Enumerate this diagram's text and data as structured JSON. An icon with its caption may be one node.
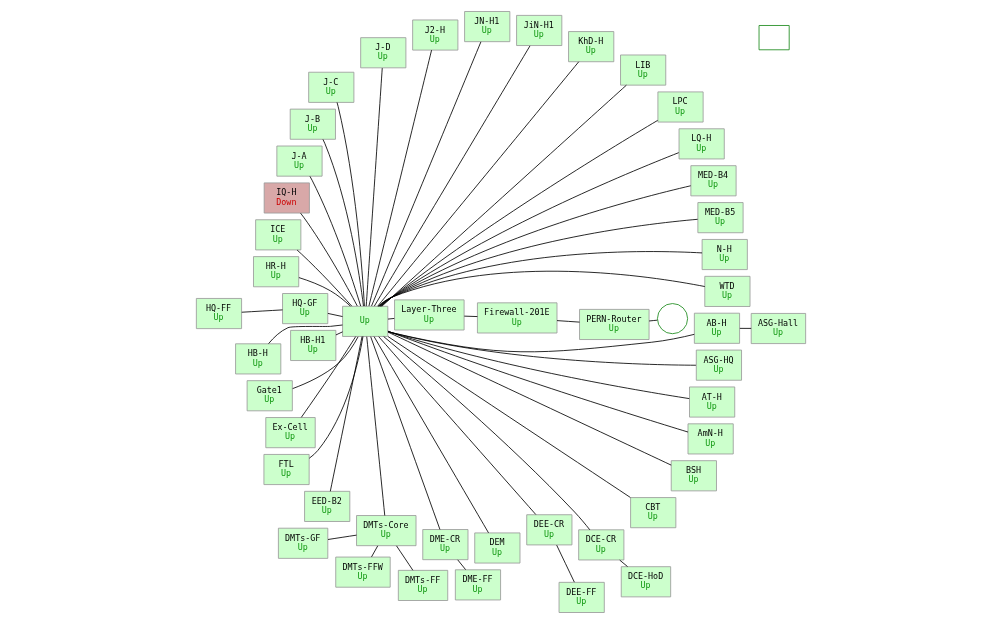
{
  "diagram": {
    "nodes": [
      {
        "text": [],
        "shape": "circle"
      },
      {
        "text": [
          "PERN-Router",
          "Up"
        ]
      },
      {
        "text": [
          "Firewall-201E",
          "Up"
        ]
      },
      {
        "text": [
          "Layer-Three",
          "Up"
        ]
      },
      {
        "text": [
          "Up"
        ]
      },
      {
        "text": [
          "WTD",
          "Up"
        ]
      },
      {
        "text": [
          "N-H",
          "Up"
        ]
      },
      {
        "text": [
          "MED-B5",
          "Up"
        ]
      },
      {
        "text": [
          "MED-B4",
          "Up"
        ]
      },
      {
        "text": [
          "LQ-H",
          "Up"
        ]
      },
      {
        "text": [
          "LPC",
          "Up"
        ]
      },
      {
        "text": [
          "LIB",
          "Up"
        ]
      },
      {
        "text": [
          "KhD-H",
          "Up"
        ]
      },
      {
        "text": [
          "JiN-H1",
          "Up"
        ]
      },
      {
        "text": [
          "JN-H1",
          "Up"
        ]
      },
      {
        "text": [
          "J2-H",
          "Up"
        ]
      },
      {
        "text": [
          "J-D",
          "Up"
        ]
      },
      {
        "text": [
          "J-C",
          "Up"
        ]
      },
      {
        "text": [
          "J-B",
          "Up"
        ]
      },
      {
        "text": [
          "J-A",
          "Up"
        ]
      },
      {
        "text": [
          "IQ-H",
          "Down"
        ]
      },
      {
        "text": [
          "ICE",
          "Up"
        ]
      },
      {
        "text": [
          "HR-H",
          "Up"
        ]
      },
      {
        "text": [
          "HQ-GF",
          "Up"
        ]
      },
      {
        "text": [
          "HB-H1",
          "Up"
        ]
      },
      {
        "text": [
          "HB-H",
          "Up"
        ]
      },
      {
        "text": [
          "Gate1",
          "Up"
        ]
      },
      {
        "text": [
          "Ex-Cell",
          "Up"
        ]
      },
      {
        "text": [
          "FTL",
          "Up"
        ]
      },
      {
        "text": [
          "EED-B2",
          "Up"
        ]
      },
      {
        "text": [
          "DMTs-Core",
          "Up"
        ]
      },
      {
        "text": [
          "DME-CR",
          "Up"
        ]
      },
      {
        "text": [
          "DEM",
          "Up"
        ]
      },
      {
        "text": [
          "DEE-CR",
          "Up"
        ]
      },
      {
        "text": [
          "DCE-CR",
          "Up"
        ]
      },
      {
        "text": [
          "CBT",
          "Up"
        ]
      },
      {
        "text": [
          "BSH",
          "Up"
        ]
      },
      {
        "text": [
          "AmN-H",
          "Up"
        ]
      },
      {
        "text": [
          "AT-H",
          "Up"
        ]
      },
      {
        "text": [
          "ASG-HQ",
          "Up"
        ]
      },
      {
        "text": [
          "AB-H",
          "Up"
        ]
      },
      {
        "text": [],
        "shape": "box"
      },
      {
        "text": [
          "HQ-FF",
          "Up"
        ]
      },
      {
        "text": [
          "DMTs-GF",
          "Up"
        ]
      },
      {
        "text": [
          "DMTs-FFW",
          "Up"
        ]
      },
      {
        "text": [
          "DMTs-FF",
          "Up"
        ]
      },
      {
        "text": [
          "DME-FF",
          "Up"
        ]
      },
      {
        "text": [
          "DEE-FF",
          "Up"
        ]
      },
      {
        "text": [
          "DCE-HoD",
          "Up"
        ]
      },
      {
        "text": [
          "ASG-Hall",
          "Up"
        ]
      }
    ],
    "edges": [
      {
        "from": 0,
        "to": 1,
        "arrow": "none"
      },
      {
        "from": 1,
        "to": 2,
        "arrow": "none"
      },
      {
        "from": 2,
        "to": 3,
        "arrow": "none"
      },
      {
        "from": 3,
        "to": 4,
        "arrow": "none"
      },
      {
        "from": 4,
        "to": 5,
        "arrow": "none"
      },
      {
        "from": 4,
        "to": 6,
        "arrow": "none"
      },
      {
        "from": 4,
        "to": 7,
        "arrow": "none"
      },
      {
        "from": 4,
        "to": 8,
        "arrow": "none"
      },
      {
        "from": 4,
        "to": 9,
        "arrow": "none"
      },
      {
        "from": 4,
        "to": 10,
        "arrow": "none"
      },
      {
        "from": 4,
        "to": 11,
        "arrow": "none"
      },
      {
        "from": 4,
        "to": 12,
        "arrow": "none"
      },
      {
        "from": 4,
        "to": 13,
        "arrow": "none"
      },
      {
        "from": 4,
        "to": 14,
        "arrow": "none"
      },
      {
        "from": 4,
        "to": 15,
        "arrow": "none"
      },
      {
        "from": 4,
        "to": 16,
        "arrow": "none"
      },
      {
        "from": 4,
        "to": 17,
        "arrow": "none"
      },
      {
        "from": 4,
        "to": 18,
        "arrow": "none"
      },
      {
        "from": 4,
        "to": 19,
        "arrow": "none"
      },
      {
        "from": 4,
        "to": 20,
        "arrow": "none"
      },
      {
        "from": 4,
        "to": 21,
        "arrow": "none"
      },
      {
        "from": 4,
        "to": 22,
        "arrow": "none"
      },
      {
        "from": 4,
        "to": 23,
        "arrow": "none"
      },
      {
        "from": 4,
        "to": 24,
        "arrow": "none"
      },
      {
        "from": 4,
        "to": 25,
        "arrow": "none"
      },
      {
        "from": 4,
        "to": 26,
        "arrow": "none"
      },
      {
        "from": 4,
        "to": 27,
        "arrow": "none"
      },
      {
        "from": 4,
        "to": 28,
        "arrow": "none"
      },
      {
        "from": 4,
        "to": 29,
        "arrow": "none"
      },
      {
        "from": 4,
        "to": 30,
        "arrow": "none"
      },
      {
        "from": 4,
        "to": 31,
        "arrow": "none"
      },
      {
        "from": 4,
        "to": 32,
        "arrow": "none"
      },
      {
        "from": 4,
        "to": 33,
        "arrow": "none"
      },
      {
        "from": 4,
        "to": 34,
        "arrow": "none"
      },
      {
        "from": 4,
        "to": 35,
        "arrow": "none"
      },
      {
        "from": 4,
        "to": 36,
        "arrow": "none"
      },
      {
        "from": 4,
        "to": 37,
        "arrow": "none"
      },
      {
        "from": 4,
        "to": 38,
        "arrow": "none"
      },
      {
        "from": 4,
        "to": 39,
        "arrow": "none"
      },
      {
        "from": 4,
        "to": 40,
        "arrow": "none"
      },
      {
        "from": 23,
        "to": 42,
        "arrow": "none"
      },
      {
        "from": 30,
        "to": 43,
        "arrow": "none"
      },
      {
        "from": 30,
        "to": 44,
        "arrow": "none"
      },
      {
        "from": 30,
        "to": 45,
        "arrow": "none"
      },
      {
        "from": 31,
        "to": 46,
        "arrow": "none"
      },
      {
        "from": 33,
        "to": 47,
        "arrow": "none"
      },
      {
        "from": 34,
        "to": 48,
        "arrow": "none"
      },
      {
        "from": 40,
        "to": 49,
        "arrow": "none"
      }
    ]
  }
}
